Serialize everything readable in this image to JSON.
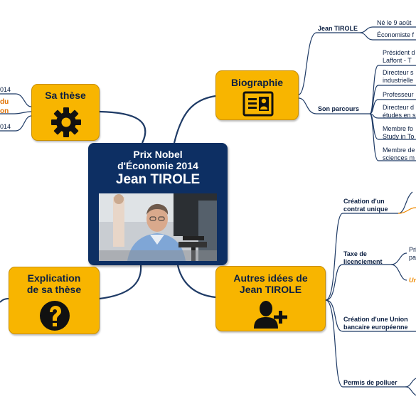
{
  "center": {
    "line1": "Prix Nobel",
    "line2": "d'Économie 2014",
    "line3": "Jean TIROLE"
  },
  "branches": {
    "biographie": "Biographie",
    "these": "Sa thèse",
    "explication": {
      "line1": "Explication",
      "line2": "de sa thèse"
    },
    "autres": {
      "line1": "Autres idées de",
      "line2": "Jean TIROLE"
    }
  },
  "biographie": {
    "jean_tirole": "Jean TIROLE",
    "son_parcours": "Son parcours",
    "jt_items": [
      "Né le 9 août",
      "Économiste f"
    ],
    "parcours_items": [
      [
        "Président d",
        "Laffont - T"
      ],
      [
        "Directeur s",
        "industrielle"
      ],
      [
        "Professeur"
      ],
      [
        "Directeur d",
        "études en s"
      ],
      [
        "Membre fo",
        "Study in To"
      ],
      [
        "Membre de",
        "sciences m"
      ]
    ]
  },
  "these_left": {
    "top": "014",
    "middle1": "du",
    "middle2": "on",
    "bottom": "014"
  },
  "autres": {
    "contrat": [
      "Création d'un",
      "contrat unique"
    ],
    "taxe": [
      "Taxe de",
      "licenciement"
    ],
    "union": [
      "Création d'une Union",
      "bancaire européenne"
    ],
    "permis": "Permis de polluer",
    "taxe_sub1": [
      "Pri",
      "pa"
    ],
    "taxe_sub2": "Ur"
  },
  "colors": {
    "branch_fill": "#f8b500",
    "center_fill": "#0d2f63",
    "link": "#1f3b66",
    "accent_text": "#f08a00"
  }
}
